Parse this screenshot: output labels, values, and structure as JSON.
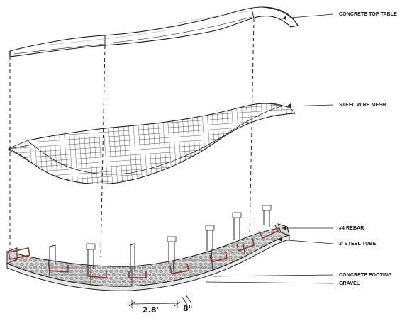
{
  "labels": {
    "top_table": "CONCRETE TOP TABLE",
    "wire_mesh": "STEEL WIRE MESH",
    "rebar": "#4 REBAR",
    "steel_tube": "2' STEEL TUBE",
    "footing": "CONCRETE FOOTING",
    "gravel": "GRAVEL"
  },
  "dimensions": {
    "spacing": "2.8'",
    "width": "8\""
  },
  "colors": {
    "line": "#1b1b1b",
    "tube": "#8a3a28",
    "gravel": "#cfcfcf"
  }
}
